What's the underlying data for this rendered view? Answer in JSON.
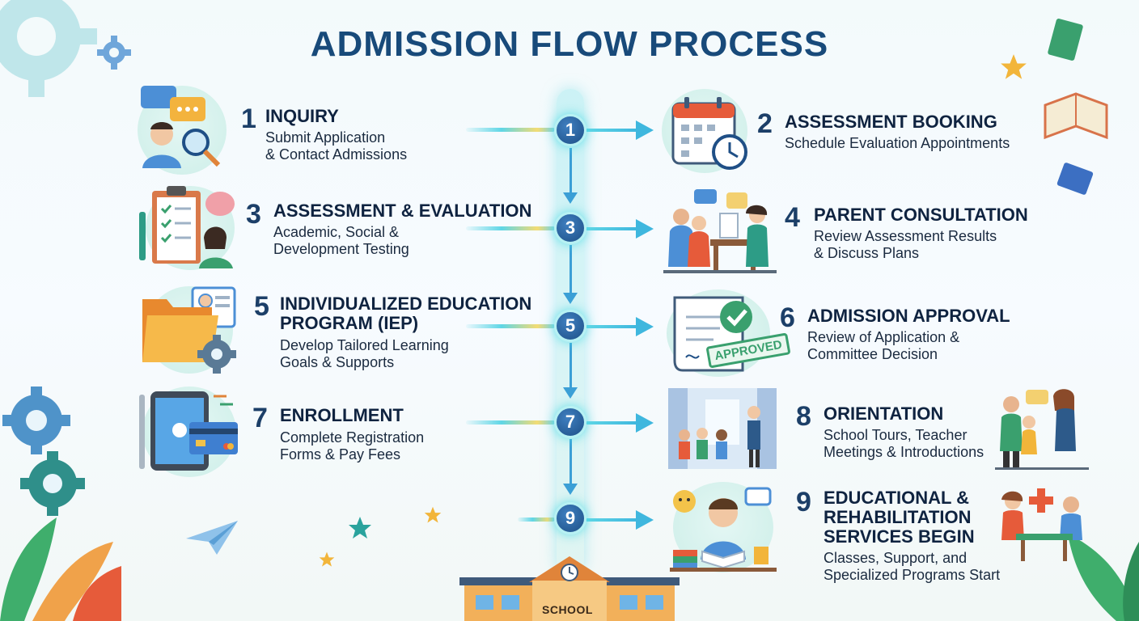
{
  "title": "ADMISSION FLOW PROCESS",
  "steps": [
    {
      "num": "1",
      "heading": "INQUIRY",
      "desc1": "Submit Application",
      "desc2": "& Contact Admissions"
    },
    {
      "num": "2",
      "heading": "ASSESSMENT BOOKING",
      "desc1": "Schedule Evaluation Appointments",
      "desc2": ""
    },
    {
      "num": "3",
      "heading": "ASSESSMENT & EVALUATION",
      "desc1": "Academic, Social &",
      "desc2": "Development Testing"
    },
    {
      "num": "4",
      "heading": "PARENT CONSULTATION",
      "desc1": "Review Assessment Results",
      "desc2": "& Discuss Plans"
    },
    {
      "num": "5",
      "heading": "INDIVIDUALIZED EDUCATION",
      "heading2": "PROGRAM (IEP)",
      "desc1": "Develop Tailored Learning",
      "desc2": "Goals & Supports"
    },
    {
      "num": "6",
      "heading": "ADMISSION APPROVAL",
      "desc1": "Review of Application &",
      "desc2": "Committee Decision"
    },
    {
      "num": "7",
      "heading": "ENROLLMENT",
      "desc1": "Complete Registration",
      "desc2": "Forms & Pay Fees"
    },
    {
      "num": "8",
      "heading": "ORIENTATION",
      "desc1": "School Tours, Teacher",
      "desc2": "Meetings & Introductions"
    },
    {
      "num": "9",
      "heading": "EDUCATIONAL &",
      "heading2": "REHABILITATION",
      "heading3": "SERVICES BEGIN",
      "desc1": "Classes, Support, and",
      "desc2": "Specialized Programs Start"
    }
  ],
  "nodes": [
    "1",
    "3",
    "5",
    "7",
    "9"
  ],
  "stamp": "APPROVED",
  "school_sign": "SCHOOL",
  "colors": {
    "title": "#184a7a",
    "node": "#1d4f86",
    "glow": "#5fd6e6",
    "arrow": "#3fb7de"
  }
}
